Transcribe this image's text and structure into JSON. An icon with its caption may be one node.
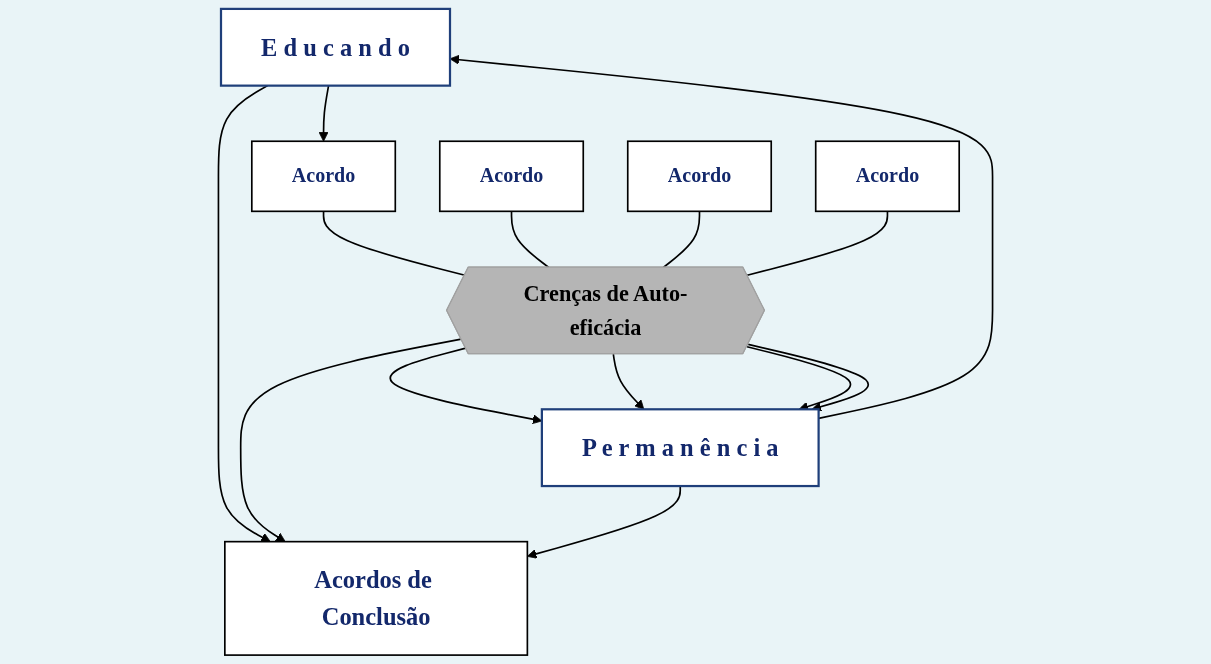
{
  "diagram": {
    "nodes": [
      {
        "text": [
          "E d u c a n d o"
        ]
      },
      {
        "text": [
          "Acordo"
        ]
      },
      {
        "text": [
          "Acordo"
        ]
      },
      {
        "text": [
          "Acordo"
        ]
      },
      {
        "text": [
          "Acordo"
        ]
      },
      {
        "text": [
          "Acordos de Conclusão"
        ]
      },
      {
        "text": [
          "Crenças de Auto-eficácia"
        ]
      },
      {
        "text": [
          "P e r m a n ê n c i a"
        ]
      }
    ],
    "edges": [
      {
        "from": 0,
        "to": 1,
        "arrow": "to"
      },
      {
        "from": 1,
        "to": 6,
        "arrow": "none"
      },
      {
        "from": 2,
        "to": 6,
        "arrow": "none"
      },
      {
        "from": 3,
        "to": 6,
        "arrow": "none"
      },
      {
        "from": 4,
        "to": 6,
        "arrow": "none"
      },
      {
        "from": 6,
        "to": 7,
        "arrow": "to"
      },
      {
        "from": 6,
        "to": 7,
        "arrow": "to"
      },
      {
        "from": 6,
        "to": 7,
        "arrow": "to"
      },
      {
        "from": 6,
        "to": 7,
        "arrow": "to"
      },
      {
        "from": 0,
        "to": 5,
        "arrow": "to"
      },
      {
        "from": 6,
        "to": 5,
        "arrow": "to"
      },
      {
        "from": 7,
        "to": 5,
        "arrow": "to"
      },
      {
        "from": 7,
        "to": 0,
        "arrow": "to"
      }
    ]
  }
}
